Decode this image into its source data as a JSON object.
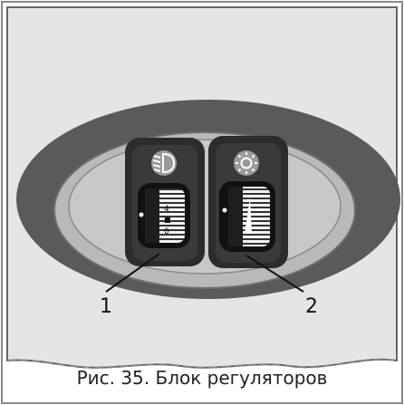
{
  "figure": {
    "caption": "Рис. 35. Блок регуляторов",
    "callouts": [
      "1",
      "2"
    ],
    "dial_left_marks": [
      "4",
      "■",
      "0"
    ],
    "icons": {
      "left": "headlight-range-icon",
      "right": "panel-brightness-icon"
    }
  }
}
